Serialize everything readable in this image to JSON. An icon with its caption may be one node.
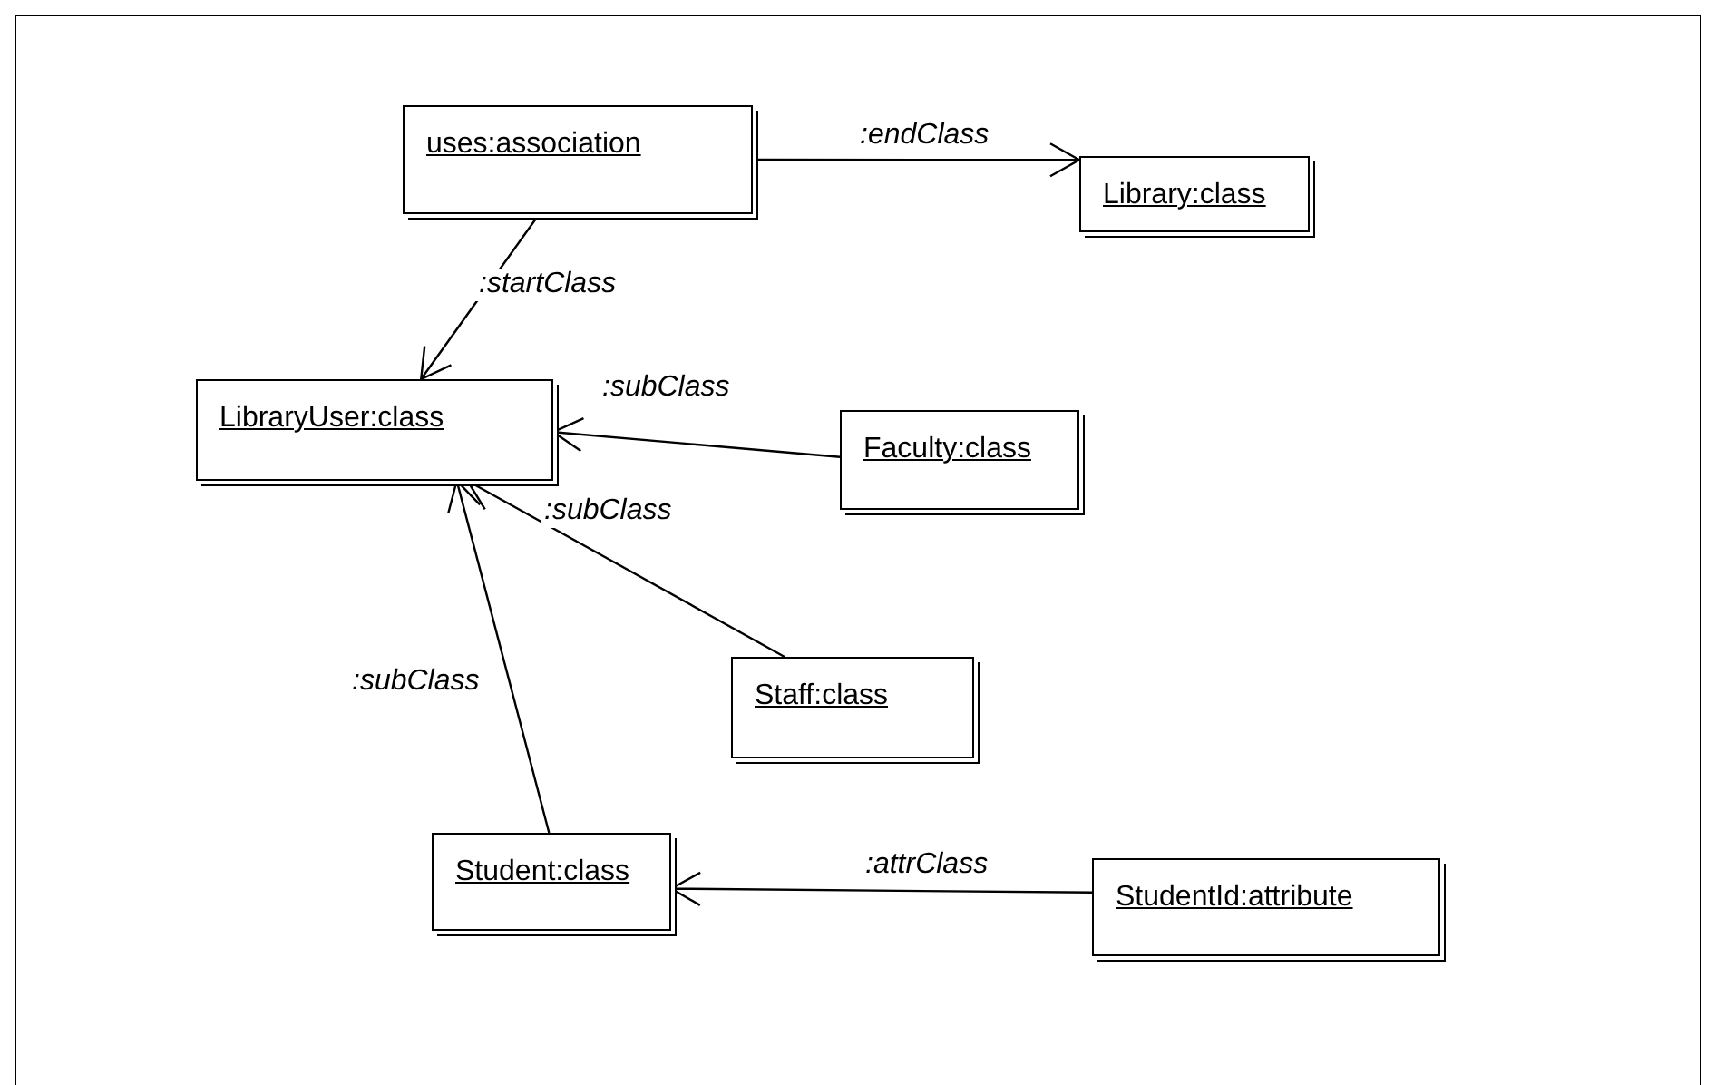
{
  "diagram": {
    "nodes": [
      {
        "text": [
          "uses:association"
        ]
      },
      {
        "text": [
          "Library:class"
        ]
      },
      {
        "text": [
          "LibraryUser:class"
        ]
      },
      {
        "text": [
          "Faculty:class"
        ]
      },
      {
        "text": [
          "Staff:class"
        ]
      },
      {
        "text": [
          "Student:class"
        ]
      },
      {
        "text": [
          "StudentId:attribute"
        ]
      }
    ],
    "edges": [
      {
        "from": 0,
        "to": 1,
        "arrow": "to",
        "label": ":endClass"
      },
      {
        "from": 0,
        "to": 2,
        "arrow": "to",
        "label": ":startClass"
      },
      {
        "from": 3,
        "to": 2,
        "arrow": "to",
        "label": ":subClass"
      },
      {
        "from": 4,
        "to": 2,
        "arrow": "to",
        "label": ":subClass"
      },
      {
        "from": 5,
        "to": 2,
        "arrow": "to",
        "label": ":subClass"
      },
      {
        "from": 6,
        "to": 5,
        "arrow": "to",
        "label": ":attrClass"
      }
    ]
  }
}
